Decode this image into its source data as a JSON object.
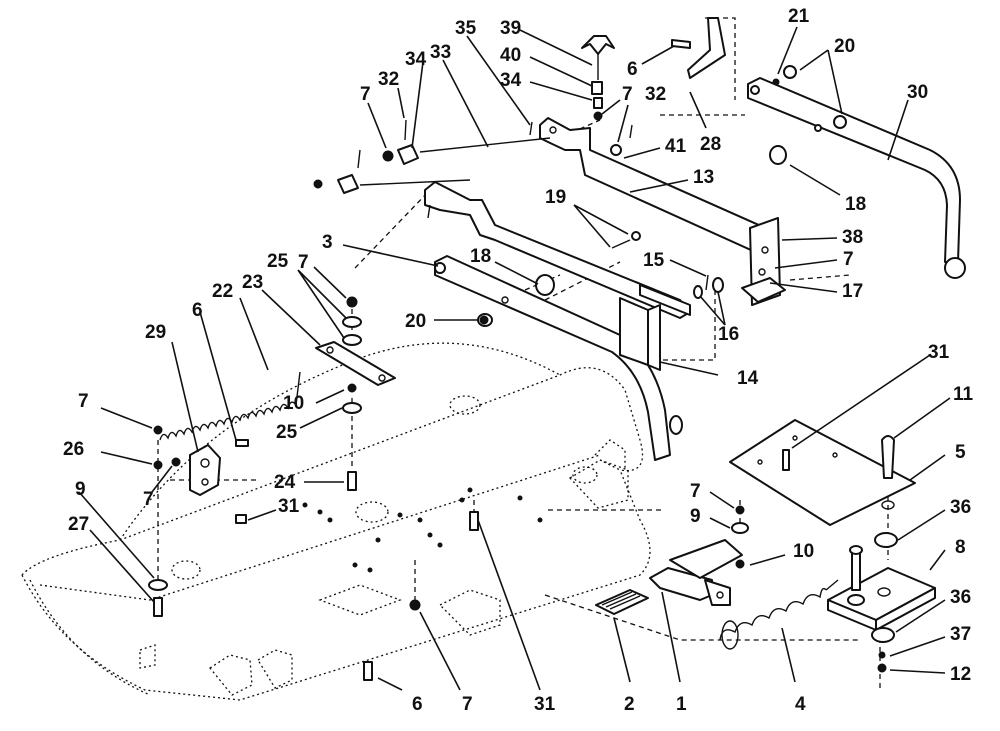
{
  "callouts": [
    {
      "id": "c39",
      "text": "39"
    },
    {
      "id": "c40",
      "text": "40"
    },
    {
      "id": "c34a",
      "text": "34"
    },
    {
      "id": "c7a",
      "text": "7"
    },
    {
      "id": "c35",
      "text": "35"
    },
    {
      "id": "c33",
      "text": "33"
    },
    {
      "id": "c34b",
      "text": "34"
    },
    {
      "id": "c32a",
      "text": "32"
    },
    {
      "id": "c7b",
      "text": "7"
    },
    {
      "id": "c6a",
      "text": "6"
    },
    {
      "id": "c28",
      "text": "28"
    },
    {
      "id": "c32b",
      "text": "32"
    },
    {
      "id": "c41",
      "text": "41"
    },
    {
      "id": "c21",
      "text": "21"
    },
    {
      "id": "c20a",
      "text": "20"
    },
    {
      "id": "c30",
      "text": "30"
    },
    {
      "id": "c18a",
      "text": "18"
    },
    {
      "id": "c13",
      "text": "13"
    },
    {
      "id": "c19",
      "text": "19"
    },
    {
      "id": "c38",
      "text": "38"
    },
    {
      "id": "c7c",
      "text": "7"
    },
    {
      "id": "c17",
      "text": "17"
    },
    {
      "id": "c15",
      "text": "15"
    },
    {
      "id": "c16",
      "text": "16"
    },
    {
      "id": "c3",
      "text": "3"
    },
    {
      "id": "c18b",
      "text": "18"
    },
    {
      "id": "c20b",
      "text": "20"
    },
    {
      "id": "c14",
      "text": "14"
    },
    {
      "id": "c7d",
      "text": "7"
    },
    {
      "id": "c25a",
      "text": "25"
    },
    {
      "id": "c23",
      "text": "23"
    },
    {
      "id": "c22",
      "text": "22"
    },
    {
      "id": "c6b",
      "text": "6"
    },
    {
      "id": "c29",
      "text": "29"
    },
    {
      "id": "c10a",
      "text": "10"
    },
    {
      "id": "c25b",
      "text": "25"
    },
    {
      "id": "c7e",
      "text": "7"
    },
    {
      "id": "c26",
      "text": "26"
    },
    {
      "id": "c7f",
      "text": "7"
    },
    {
      "id": "c24",
      "text": "24"
    },
    {
      "id": "c9a",
      "text": "9"
    },
    {
      "id": "c27",
      "text": "27"
    },
    {
      "id": "c31a",
      "text": "31"
    },
    {
      "id": "c31b",
      "text": "31"
    },
    {
      "id": "c11",
      "text": "11"
    },
    {
      "id": "c5",
      "text": "5"
    },
    {
      "id": "c36a",
      "text": "36"
    },
    {
      "id": "c8",
      "text": "8"
    },
    {
      "id": "c36b",
      "text": "36"
    },
    {
      "id": "c37",
      "text": "37"
    },
    {
      "id": "c12",
      "text": "12"
    },
    {
      "id": "c7g",
      "text": "7"
    },
    {
      "id": "c9b",
      "text": "9"
    },
    {
      "id": "c10b",
      "text": "10"
    },
    {
      "id": "c6c",
      "text": "6"
    },
    {
      "id": "c7h",
      "text": "7"
    },
    {
      "id": "c31c",
      "text": "31"
    },
    {
      "id": "c2",
      "text": "2"
    },
    {
      "id": "c1",
      "text": "1"
    },
    {
      "id": "c4",
      "text": "4"
    }
  ]
}
